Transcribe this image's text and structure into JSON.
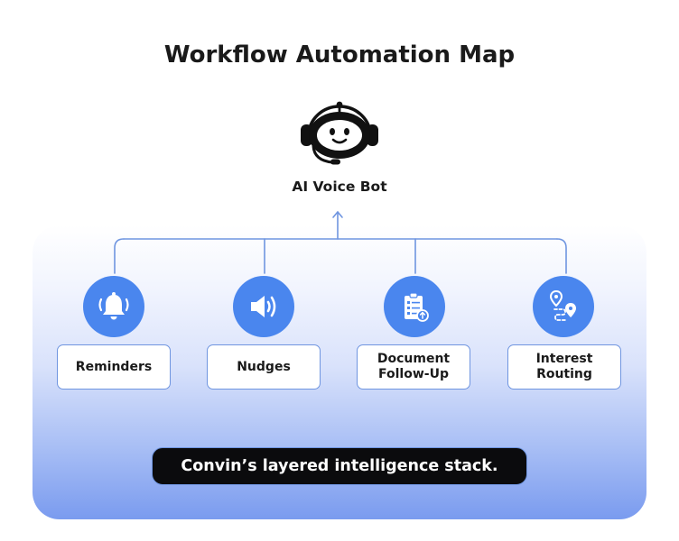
{
  "title": "Workflow Automation Map",
  "root": {
    "label": "AI Voice Bot",
    "icon": "robot-headset-icon"
  },
  "children": [
    {
      "label": "Reminders",
      "icon": "bell-icon"
    },
    {
      "label": "Nudges",
      "icon": "speaker-icon"
    },
    {
      "label": "Document\nFollow-Up",
      "icon": "document-checklist-icon"
    },
    {
      "label": "Interest\nRouting",
      "icon": "route-pins-icon"
    }
  ],
  "footer": "Convin’s layered intelligence stack.",
  "colors": {
    "accent": "#4a86ee",
    "connector": "#6f95e0",
    "banner_bg": "#0b0b0d",
    "panel_bottom": "#7a9bef"
  }
}
